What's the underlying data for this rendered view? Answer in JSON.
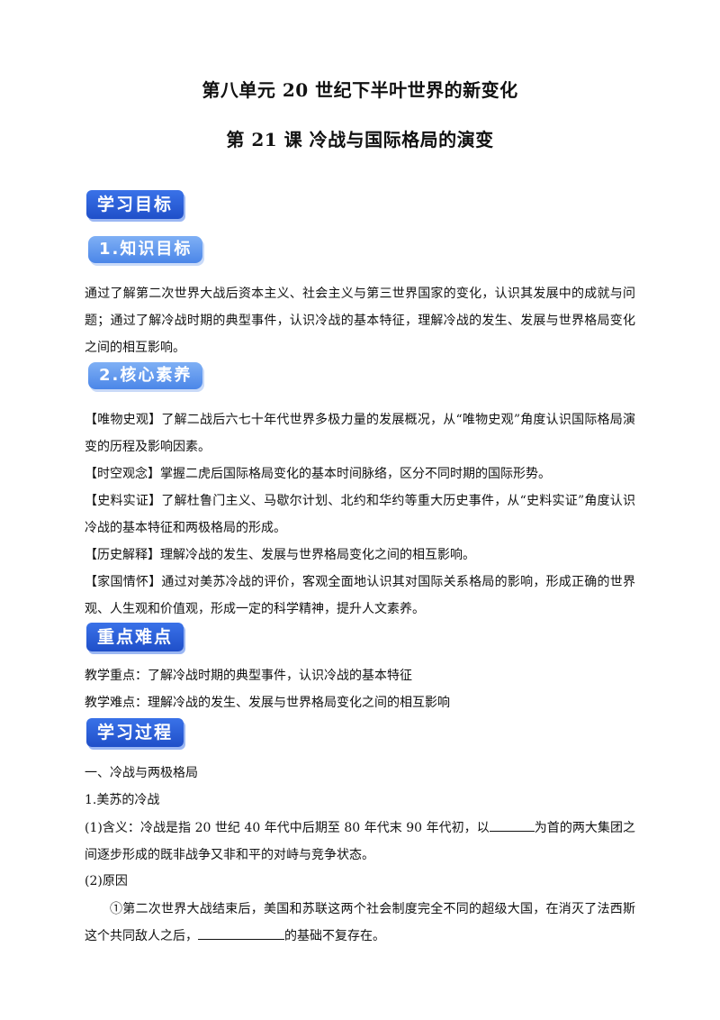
{
  "titles": {
    "unit": "第八单元  20  世纪下半叶世界的新变化",
    "lesson": "第  21  课  冷战与国际格局的演变"
  },
  "badges": {
    "study_goals": "学习目标",
    "knowledge_goals": "1.知识目标",
    "core_literacy": "2.核心素养",
    "key_points": "重点难点",
    "process": "学习过程"
  },
  "knowledge_text": "通过了解第二次世界大战后资本主义、社会主义与第三世界国家的变化，认识其发展中的成就与问题；通过了解冷战时期的典型事件，认识冷战的基本特征，理解冷战的发生、发展与世界格局变化之间的相互影响。",
  "literacy": [
    "【唯物史观】了解二战后六七十年代世界多极力量的发展概况，从“唯物史观”角度认识国际格局演变的历程及影响因素。",
    "【时空观念】掌握二虎后国际格局变化的基本时间脉络，区分不同时期的国际形势。",
    "【史料实证】了解杜鲁门主义、马歇尔计划、北约和华约等重大历史事件，从“史料实证”角度认识冷战的基本特征和两极格局的形成。",
    "【历史解释】理解冷战的发生、发展与世界格局变化之间的相互影响。",
    "【家国情怀】通过对美苏冷战的评价，客观全面地认识其对国际关系格局的影响，形成正确的世界观、人生观和价值观，形成一定的科学精神，提升人文素养。"
  ],
  "key_points": {
    "focus": "教学重点：了解冷战时期的典型事件，认识冷战的基本特征",
    "difficulty": "教学难点：理解冷战的发生、发展与世界格局变化之间的相互影响"
  },
  "process": {
    "section1": "一、冷战与两极格局",
    "sub1": "1.美苏的冷战",
    "def_before": "(1)含义：冷战是指 20  世纪 40  年代中后期至 80  年代末 90  年代初，以",
    "def_after": "为首的两大集团之间逐步形成的既非战争又非和平的对峙与竞争状态。",
    "cause_label": "(2)原因",
    "cause1_before": "①第二次世界大战结束后，美国和苏联这两个社会制度完全不同的超级大国，在消灭了法西斯这个共同敌人之后，",
    "cause1_after": "的基础不复存在。"
  }
}
